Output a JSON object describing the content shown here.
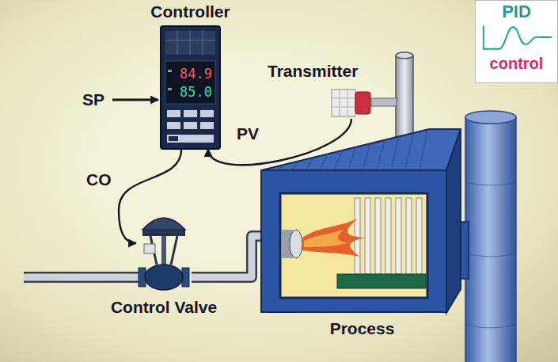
{
  "diagram": {
    "nodes": [
      {
        "text": [
          "Controller",
          "84.9",
          "85.0"
        ]
      },
      {
        "text": [
          "PID",
          "control"
        ]
      },
      {
        "text": [
          "Transmitter"
        ]
      },
      {
        "text": [
          "Control Valve"
        ]
      },
      {
        "text": [
          "Process"
        ]
      }
    ],
    "edges": [
      {
        "from": 0,
        "to": 3,
        "label": "CO",
        "arrow": "to"
      },
      {
        "from": 2,
        "to": 0,
        "label": "PV",
        "arrow": "to"
      },
      {
        "from": 3,
        "to": 4,
        "arrow": "none"
      }
    ],
    "labels": [
      "SP"
    ]
  }
}
